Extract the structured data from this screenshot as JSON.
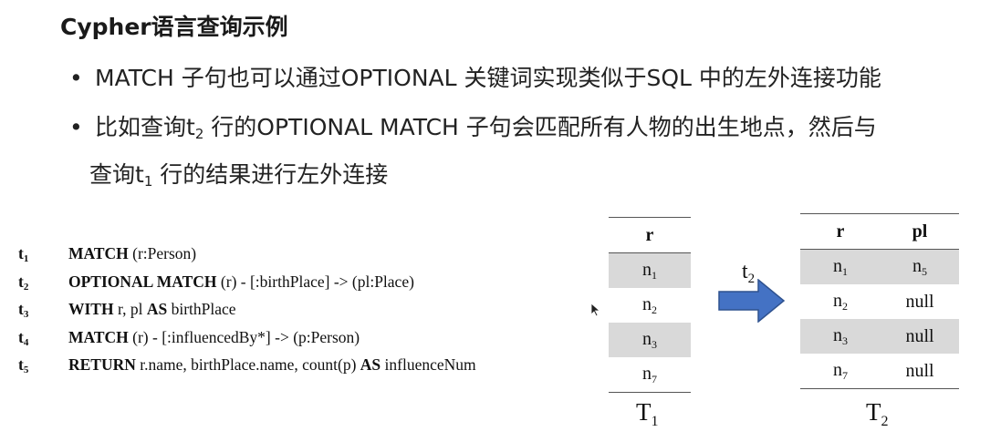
{
  "title": "Cypher语言查询示例",
  "bullets": [
    {
      "text": "MATCH 子句也可以通过OPTIONAL 关键词实现类似于SQL 中的左外连接功能"
    },
    {
      "pre": "比如查询t",
      "sub": "2",
      "post": " 行的OPTIONAL MATCH 子句会匹配所有人物的出生地点，然后与"
    },
    {
      "pre": "查询t",
      "sub": "1",
      "post": " 行的结果进行左外连接"
    }
  ],
  "query": [
    {
      "label": "t",
      "sub": "1",
      "kw1": "MATCH",
      "rest1": " (r:Person)",
      "kw2": "",
      "rest2": ""
    },
    {
      "label": "t",
      "sub": "2",
      "kw1": "OPTIONAL MATCH",
      "rest1": " (r) - [:birthPlace] -> (pl:Place)",
      "kw2": "",
      "rest2": ""
    },
    {
      "label": "t",
      "sub": "3",
      "kw1": "WITH",
      "rest1": " r, pl ",
      "kw2": "AS",
      "rest2": " birthPlace"
    },
    {
      "label": "t",
      "sub": "4",
      "kw1": "MATCH",
      "rest1": " (r) - [:influencedBy*] -> (p:Person)",
      "kw2": "",
      "rest2": ""
    },
    {
      "label": "t",
      "sub": "5",
      "kw1": "RETURN",
      "rest1": " r.name, birthPlace.name, count(p) ",
      "kw2": "AS",
      "rest2": " influenceNum"
    }
  ],
  "table1": {
    "name": "T",
    "name_sub": "1",
    "header": "r",
    "rows": [
      {
        "b": "n",
        "s": "1"
      },
      {
        "b": "n",
        "s": "2"
      },
      {
        "b": "n",
        "s": "3"
      },
      {
        "b": "n",
        "s": "7"
      }
    ]
  },
  "arrow": {
    "label": "t",
    "sub": "2",
    "color": "#4472c4"
  },
  "table2": {
    "name": "T",
    "name_sub": "2",
    "headers": [
      "r",
      "pl"
    ],
    "rows": [
      {
        "b": "n",
        "s": "1",
        "pb": "n",
        "ps": "5"
      },
      {
        "b": "n",
        "s": "2",
        "pb": "null",
        "ps": ""
      },
      {
        "b": "n",
        "s": "3",
        "pb": "null",
        "ps": ""
      },
      {
        "b": "n",
        "s": "7",
        "pb": "null",
        "ps": ""
      }
    ]
  }
}
